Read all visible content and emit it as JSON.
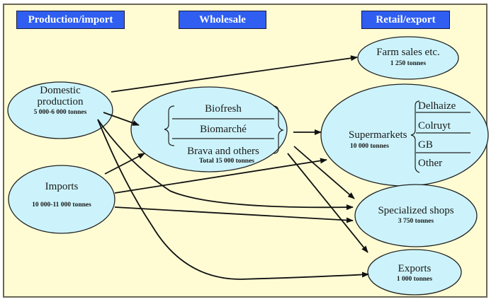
{
  "headers": {
    "production": "Production/import",
    "wholesale": "Wholesale",
    "retail": "Retail/export"
  },
  "nodes": {
    "domestic": {
      "title_line1": "Domestic",
      "title_line2": "production",
      "amount": "5 000-6 000 tonnes"
    },
    "imports": {
      "title": "Imports",
      "amount": "10 000-11 000 tonnes"
    },
    "wholesale": {
      "items": [
        "Biofresh",
        "Biomarché",
        "Brava and others"
      ],
      "amount": "Total 15 000 tonnes"
    },
    "farm_sales": {
      "title": "Farm sales etc.",
      "amount": "1 250 tonnes"
    },
    "supermarkets": {
      "title": "Supermarkets",
      "amount": "10 000 tonnes",
      "chains": [
        "Delhaize",
        "Colruyt",
        "GB",
        "Other"
      ]
    },
    "specialized": {
      "title": "Specialized shops",
      "amount": "3 750 tonnes"
    },
    "exports": {
      "title": "Exports",
      "amount": "1 000 tonnes"
    }
  },
  "flows": [
    {
      "from": "Domestic production",
      "to": "Farm sales etc."
    },
    {
      "from": "Domestic production",
      "to": "Wholesale"
    },
    {
      "from": "Domestic production",
      "to": "Specialized shops"
    },
    {
      "from": "Domestic production",
      "to": "Exports"
    },
    {
      "from": "Imports",
      "to": "Wholesale"
    },
    {
      "from": "Imports",
      "to": "Supermarkets"
    },
    {
      "from": "Imports",
      "to": "Specialized shops"
    },
    {
      "from": "Wholesale",
      "to": "Supermarkets"
    },
    {
      "from": "Wholesale",
      "to": "Specialized shops"
    },
    {
      "from": "Wholesale",
      "to": "Exports"
    }
  ],
  "colors": {
    "background": "#fffcd4",
    "header_fill": "#2f5ef0",
    "ellipse_fill": "#ccf3fb",
    "line": "#111111"
  }
}
